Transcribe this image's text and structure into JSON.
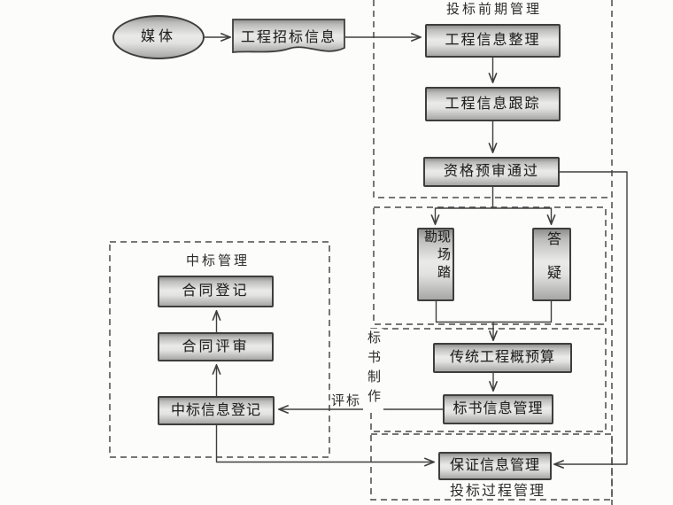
{
  "flowchart": {
    "nodes": {
      "media": "媒体",
      "tender_info": "工程招标信息",
      "info_organize": "工程信息整理",
      "info_track": "工程信息跟踪",
      "prequalify": "资格预审通过",
      "site_survey": "现场踏勘",
      "answer": "答疑",
      "budget": "传统工程概预算",
      "bid_doc": "标书信息管理",
      "guarantee": "保证信息管理",
      "contract_register": "合同登记",
      "contract_review": "合同评审",
      "win_register": "中标信息登记"
    },
    "section_labels": {
      "pre_bid": "投标前期管理",
      "bid_prep": "标书制作",
      "bid_process": "投标过程管理",
      "win_mgmt": "中标管理"
    },
    "edge_labels": {
      "evaluate": "评标"
    },
    "colors": {
      "line": "#3f3f3f",
      "dashed_line": "#4a4a4a",
      "node_border": "#3e3e3e",
      "node_fill_top": "#8f8f8d",
      "node_fill_mid": "#eaeae8",
      "node_fill_bottom": "#a7a7a5",
      "background": "#fcfcfa",
      "text": "#222222"
    }
  }
}
